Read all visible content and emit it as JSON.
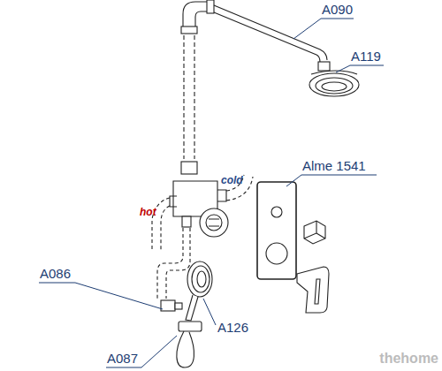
{
  "diagram": {
    "labels": [
      "A090",
      "A119",
      "Alme 1541",
      "cold",
      "hot",
      "A086",
      "A126",
      "A087",
      "thehome"
    ]
  }
}
